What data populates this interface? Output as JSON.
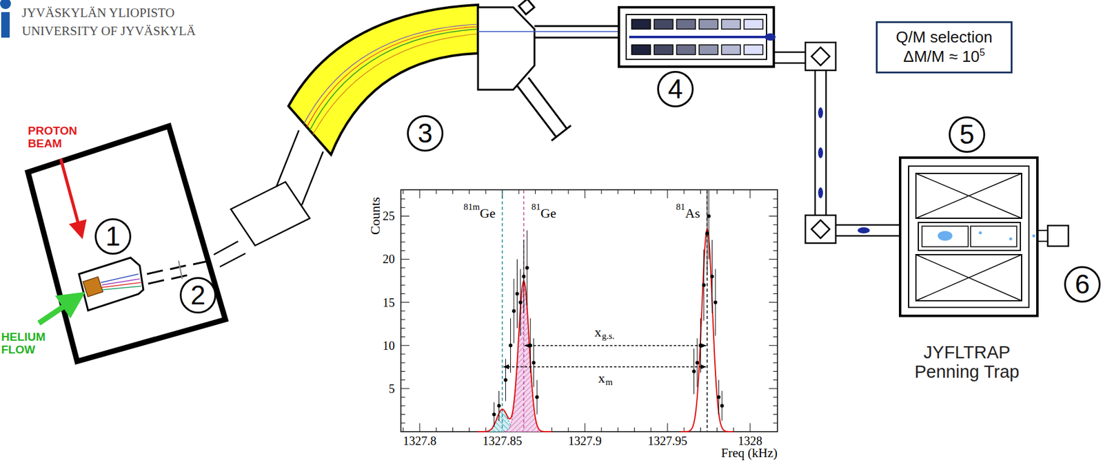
{
  "diagram": {
    "nodes": [
      {
        "text": [
          "1"
        ]
      },
      {
        "text": [
          "2"
        ]
      },
      {
        "text": [
          "3"
        ]
      },
      {
        "text": [
          "4"
        ]
      },
      {
        "text": [
          "Q/M selection",
          "ΔM/M ≈ 10",
          "5"
        ]
      },
      {
        "text": [
          "5"
        ]
      },
      {
        "text": [
          "6"
        ]
      }
    ],
    "labels": [
      "JYVÄSKYLÄN YLIOPISTO",
      "UNIVERSITY OF JYVÄSKYLÄ",
      "PROTON BEAM",
      "HELIUM FLOW",
      "JYFLTRAP Penning Trap",
      "Counts",
      "Freq (kHz)",
      "25",
      "20",
      "15",
      "10",
      "5",
      "1327.8",
      "1327.85",
      "1327.9",
      "1327.95",
      "1328",
      "81m",
      "Ge",
      "81",
      "Ge",
      "81",
      "As",
      "x",
      "g.s.",
      "x",
      "m"
    ]
  }
}
